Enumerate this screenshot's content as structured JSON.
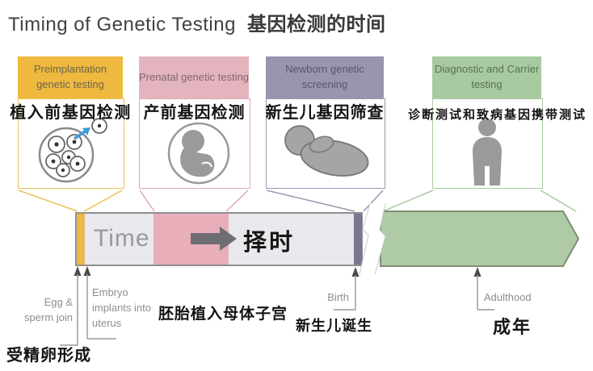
{
  "title": {
    "en": "Timing of Genetic Testing",
    "zh": "基因检测的时间"
  },
  "stages": [
    {
      "name_en": "Preimplantation genetic testing",
      "name_zh": "植入前基因检测",
      "color": "#EEB93E",
      "icon": "blastocyst-icon"
    },
    {
      "name_en": "Prenatal genetic testing",
      "name_zh": "产前基因检测",
      "color": "#E3B4BD",
      "icon": "fetus-icon"
    },
    {
      "name_en": "Newborn genetic screening",
      "name_zh": "新生儿基因筛查",
      "color": "#9B94B0",
      "icon": "newborn-icon"
    },
    {
      "name_en": "Diagnostic and Carrier testing",
      "name_zh": "诊断测试和致病基因携带测试",
      "color": "#A8CAA0",
      "icon": "adult-icon"
    }
  ],
  "timeline": {
    "label_en": "Time",
    "label_zh": "择时",
    "bar_color": "#E9E9ED",
    "bar_border_color": "#8F8F94",
    "preimplantation_marker_color": "#EEB93E",
    "prenatal_region_color": "#E8AEB9",
    "birth_marker_color": "#7B7590",
    "adulthood_bar_color": "#AFCBA5",
    "arrow_color": "#6E6E72"
  },
  "milestones": [
    {
      "label_en": "Egg & sperm join",
      "label_zh": "受精卵形成"
    },
    {
      "label_en": "Embryo implants into uterus",
      "label_zh": "胚胎植入母体子宫"
    },
    {
      "label_en": "Birth",
      "label_zh": "新生儿诞生"
    },
    {
      "label_en": "Adulthood",
      "label_zh": "成年"
    }
  ],
  "icons": {
    "extraction_arrow_color": "#3E9CD6",
    "silhouette_color": "#9a9a9a"
  }
}
